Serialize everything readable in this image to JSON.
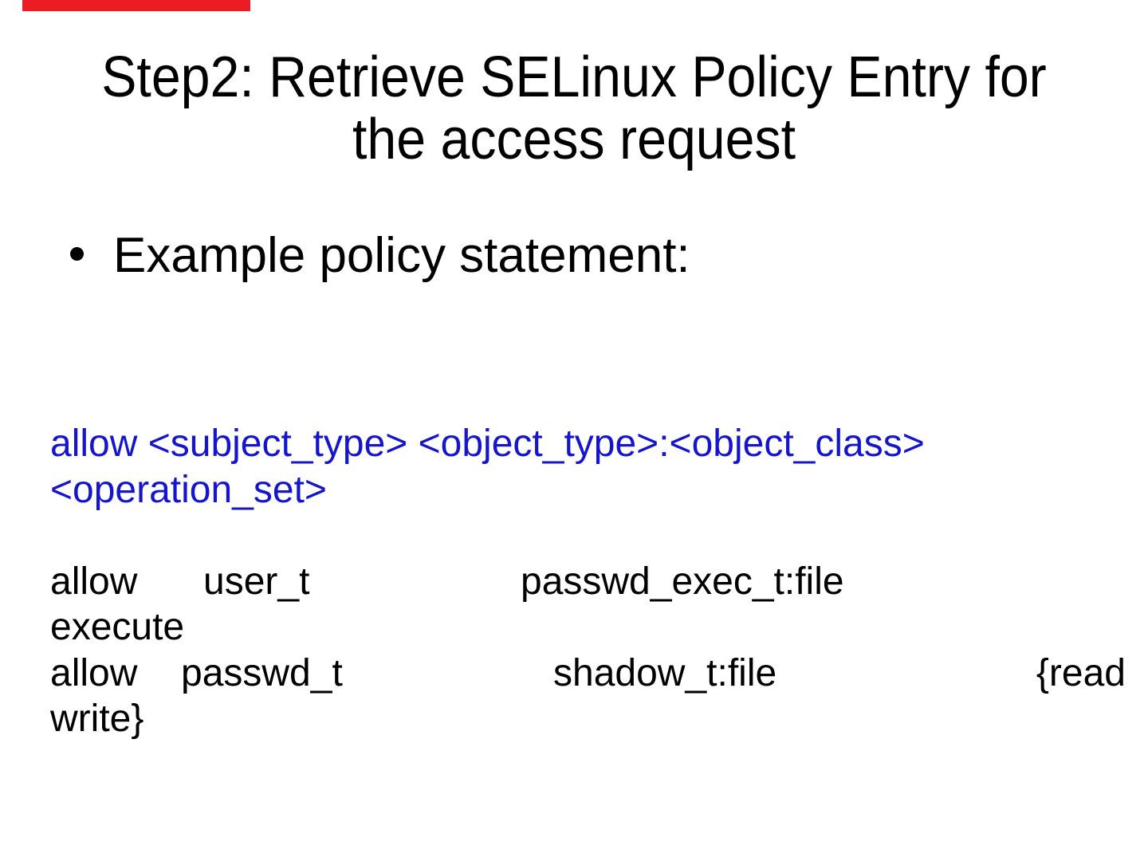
{
  "slide": {
    "title_line1": "Step2: Retrieve SELinux Policy Entry for",
    "title_line2": "the access request",
    "bullet": {
      "text": "Example policy statement:"
    },
    "policy_template": {
      "line1": "allow <subject_type> <object_type>:<object_class>",
      "line2": "<operation_set>"
    },
    "policy_examples": {
      "rule1": {
        "keyword": "allow",
        "subject_type": "user_t",
        "object": "passwd_exec_t:file",
        "operation_wrapped": "execute"
      },
      "rule2": {
        "keyword": "allow",
        "subject_type": "passwd_t",
        "object": "shadow_t:file",
        "operation_open": "{read",
        "operation_wrapped": "write}"
      }
    },
    "colors": {
      "template_blue": "#1515cd",
      "text_black": "#000000",
      "marker_red": "#ec1c24",
      "background": "#ffffff"
    }
  }
}
